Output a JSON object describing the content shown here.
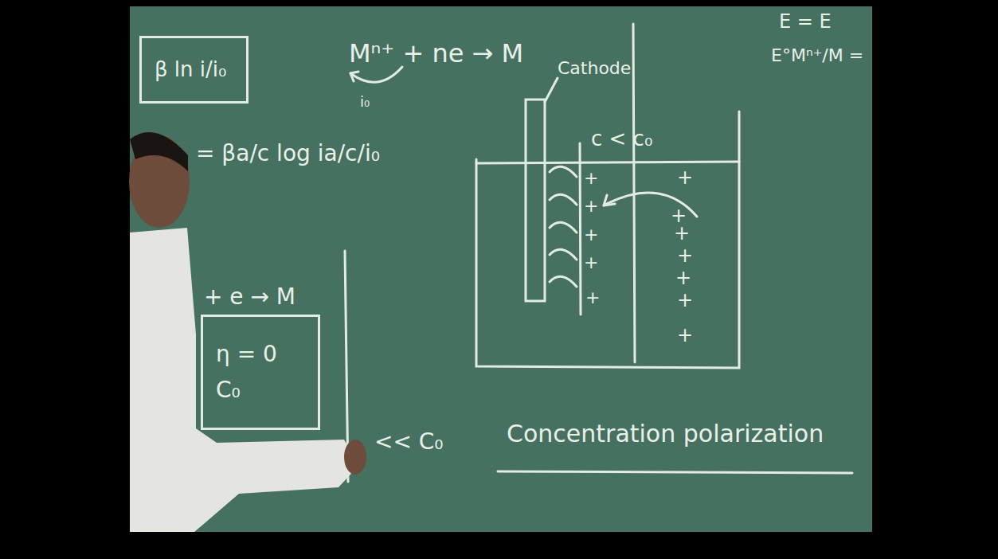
{
  "diagram": {
    "nodes": [
      {
        "text": [
          "β ln i/i₀"
        ]
      },
      {
        "text": [
          "η = 0",
          "C₀"
        ]
      }
    ],
    "labels": [
      "Mⁿ⁺ + ne → M",
      "i₀",
      "Cathode",
      "c < c₀",
      "E = E",
      "E°Mⁿ⁺/M =",
      "= βa/c log ia/c/i₀",
      "+ e → M",
      "<< C₀",
      "Concentration polarization",
      "+",
      "+",
      "+",
      "+",
      "+",
      "+",
      "+",
      "+",
      "+",
      "+",
      "+",
      "+"
    ]
  }
}
